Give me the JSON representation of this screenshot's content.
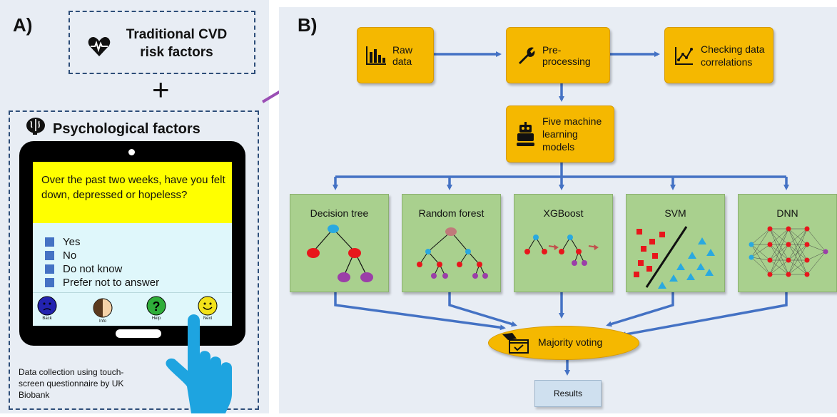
{
  "panel_a": {
    "label": "A)",
    "traditional_title": "Traditional CVD risk factors",
    "plus": "+",
    "psych_title": "Psychological factors",
    "question": "Over the past two weeks, have you felt down, depressed or hopeless?",
    "options": [
      "Yes",
      "No",
      "Do not know",
      "Prefer not to answer"
    ],
    "buttons": [
      "Back",
      "Info",
      "Help",
      "Next"
    ],
    "caption": "Data collection using touch-screen questionnaire by UK Biobank"
  },
  "panel_b": {
    "label": "B)",
    "raw_data": "Raw data",
    "preprocessing": "Pre-processing",
    "checking": "Checking data correlations",
    "models": "Five machine learning models",
    "model_names": [
      "Decision tree",
      "Random forest",
      "XGBoost",
      "SVM",
      "DNN"
    ],
    "voting": "Majority voting",
    "results": "Results"
  },
  "colors": {
    "panel_bg": "#e8edf4",
    "dash": "#2e4e79",
    "orange": "#f5b800",
    "green": "#a9d08e",
    "arrow": "#4472c4",
    "purple_arrow": "#9b4fb5",
    "question_bg": "#ffff00",
    "options_bg": "#dff7fb"
  }
}
